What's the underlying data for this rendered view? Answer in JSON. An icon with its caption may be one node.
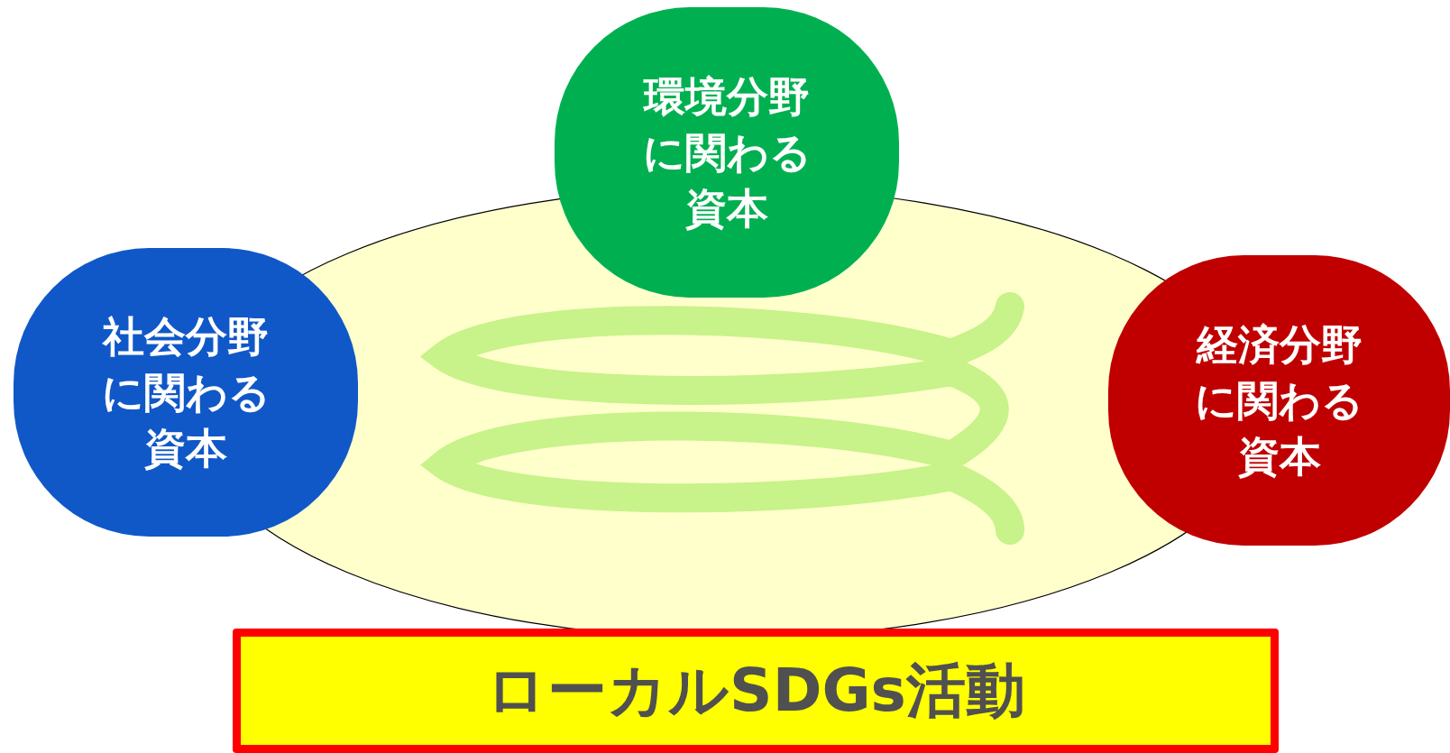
{
  "diagram": {
    "nodes": [
      {
        "text": [
          "環境分野に関わる資本"
        ]
      },
      {
        "text": [
          "社会分野に関わる資本"
        ]
      },
      {
        "text": [
          "経済分野に関わる資本"
        ]
      },
      {
        "text": [
          "ローカルSDGs活動"
        ]
      }
    ]
  }
}
